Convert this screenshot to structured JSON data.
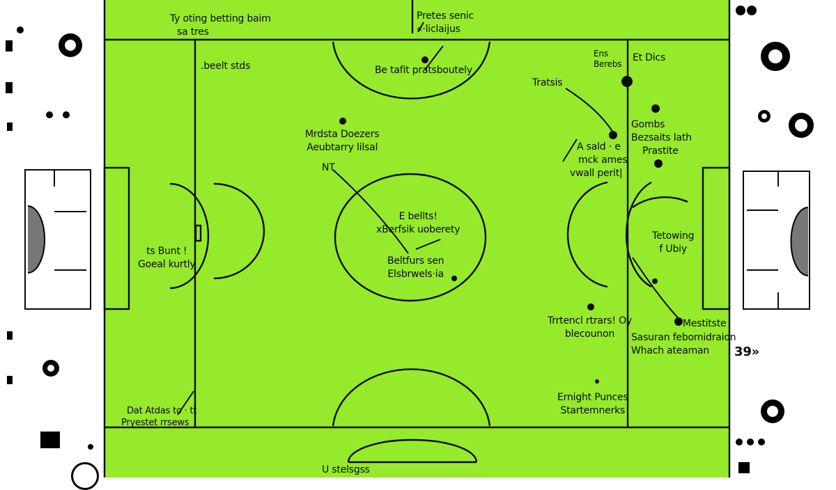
{
  "colors": {
    "pitch": "#95ea2b",
    "line": "#0a0a0a",
    "margin": "#ffffff"
  },
  "labels": {
    "top_left": [
      "Ty oting betting baim",
      "sa tres"
    ],
    "top_center": [
      "Pretes senic",
      "«·liclaijus"
    ],
    "left_box": ".beelt stds",
    "center_arc": "Be tafit pratsboutely",
    "top_right_a": [
      "Ens",
      "Berebs"
    ],
    "top_right_b": "Et Dics",
    "right_upper": "Tratsis",
    "mid_left_a": [
      "Mrdsta Doezers",
      "Aeubtarry lilsal"
    ],
    "mid_left_b": "NT",
    "mid_right_a": [
      "Gombs",
      "Bezsaits lath",
      "Prastite"
    ],
    "mid_right_b": [
      "A sald · e",
      "mck ames",
      "vwall perit|"
    ],
    "center_a": [
      "E bellts!",
      "xBerfsik uoberety"
    ],
    "center_b": [
      "Beltfurs sen",
      "Elsbrwels·ia"
    ],
    "left_mid": [
      "ts Bunt !",
      "Goeal kurtly"
    ],
    "right_mid": [
      "Tetowing",
      "f Ubiy"
    ],
    "center_low": [
      "Trrtencl rtrars! Oy",
      "blecounon"
    ],
    "right_low_a": "Mestitste",
    "right_low_b": [
      "Sasuran febomidraion",
      "Whach ateaman"
    ],
    "bottom_left": [
      "Dat Atdas to · tt",
      "Pryestet rrsews"
    ],
    "bottom_right": [
      "Ernight Punces",
      "Startemnerks"
    ],
    "bottom_center": "U stelsgss",
    "sideline_right": "39»"
  }
}
